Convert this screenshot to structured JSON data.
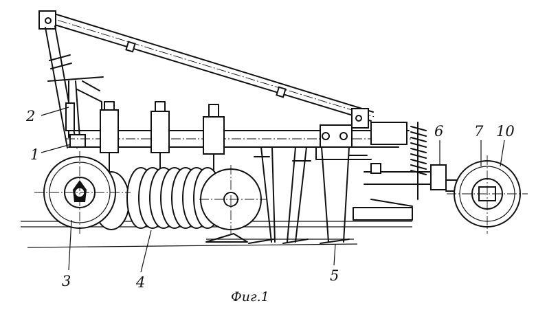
{
  "figure": {
    "caption": "Фиг.1",
    "labels": {
      "l1": "1",
      "l2": "2",
      "l3": "3",
      "l4": "4",
      "l5": "5",
      "l6": "6",
      "l7": "7",
      "l10": "10"
    }
  }
}
